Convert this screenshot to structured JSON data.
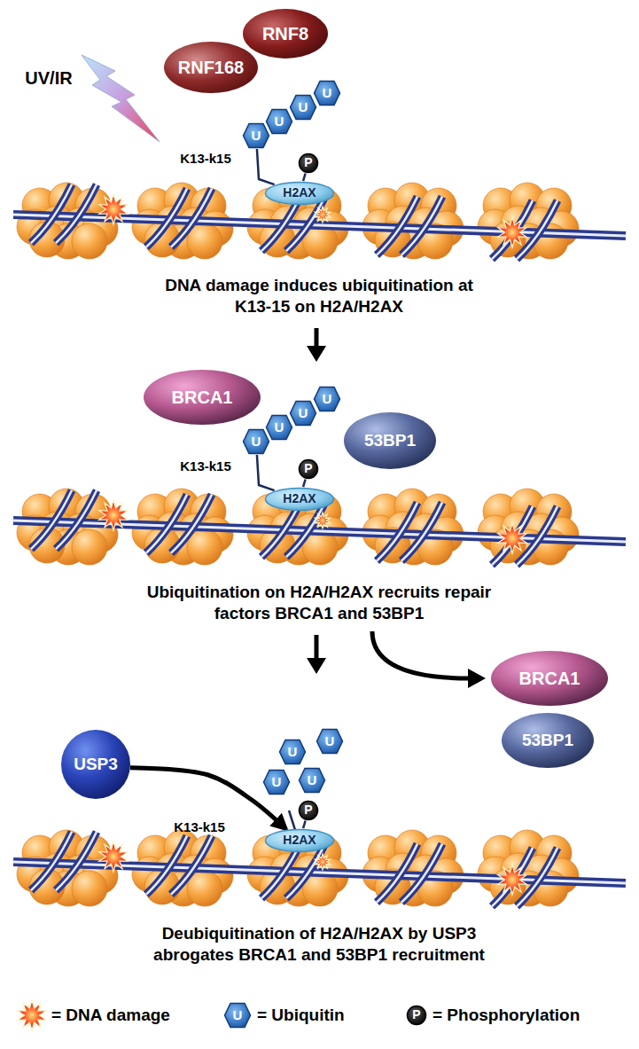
{
  "diagram": {
    "nodes": [
      {
        "text": [
          "RNF8"
        ]
      },
      {
        "text": [
          "RNF168"
        ]
      },
      {
        "text": [
          "U"
        ]
      },
      {
        "text": [
          "U"
        ]
      },
      {
        "text": [
          "U"
        ]
      },
      {
        "text": [
          "U"
        ]
      },
      {
        "text": [
          "P"
        ]
      },
      {
        "text": [
          "H2AX"
        ]
      },
      {
        "text": [
          "BRCA1"
        ]
      },
      {
        "text": [
          "U"
        ]
      },
      {
        "text": [
          "U"
        ]
      },
      {
        "text": [
          "U"
        ]
      },
      {
        "text": [
          "U"
        ]
      },
      {
        "text": [
          "53BP1"
        ]
      },
      {
        "text": [
          "P"
        ]
      },
      {
        "text": [
          "H2AX"
        ]
      },
      {
        "text": [
          "BRCA1"
        ]
      },
      {
        "text": [
          "53BP1"
        ]
      },
      {
        "text": [
          "U"
        ]
      },
      {
        "text": [
          "U"
        ]
      },
      {
        "text": [
          "USP3"
        ]
      },
      {
        "text": [
          "U"
        ]
      },
      {
        "text": [
          "U"
        ]
      },
      {
        "text": [
          "P"
        ]
      },
      {
        "text": [
          "H2AX"
        ]
      },
      {
        "text": [
          "U"
        ]
      },
      {
        "text": [
          "P"
        ]
      }
    ],
    "edges": [
      {
        "from": 7,
        "to": 5,
        "arrow": "none"
      },
      {
        "from": 6,
        "to": 7,
        "arrow": "none"
      },
      {
        "from": 15,
        "to": 12,
        "arrow": "none"
      },
      {
        "from": 14,
        "to": 15,
        "arrow": "none"
      },
      {
        "from": 20,
        "to": 24,
        "arrow": "to"
      },
      {
        "from": 23,
        "to": 24,
        "arrow": "none"
      }
    ],
    "labels": [
      "UV/IR",
      "K13-k15",
      "DNA damage induces ubiquitination at K13-15 on H2A/H2AX",
      "K13-k15",
      "Ubiquitination on H2A/H2AX recruits repair factors BRCA1 and 53BP1",
      "K13-k15",
      "Deubiquitination of H2A/H2AX by USP3 abrogates BRCA1 and 53BP1 recruitment"
    ],
    "legend": [
      {
        "text": "= DNA damage"
      },
      {
        "text": "= Ubiquitin"
      },
      {
        "text": "= Phosphorylation"
      }
    ]
  }
}
